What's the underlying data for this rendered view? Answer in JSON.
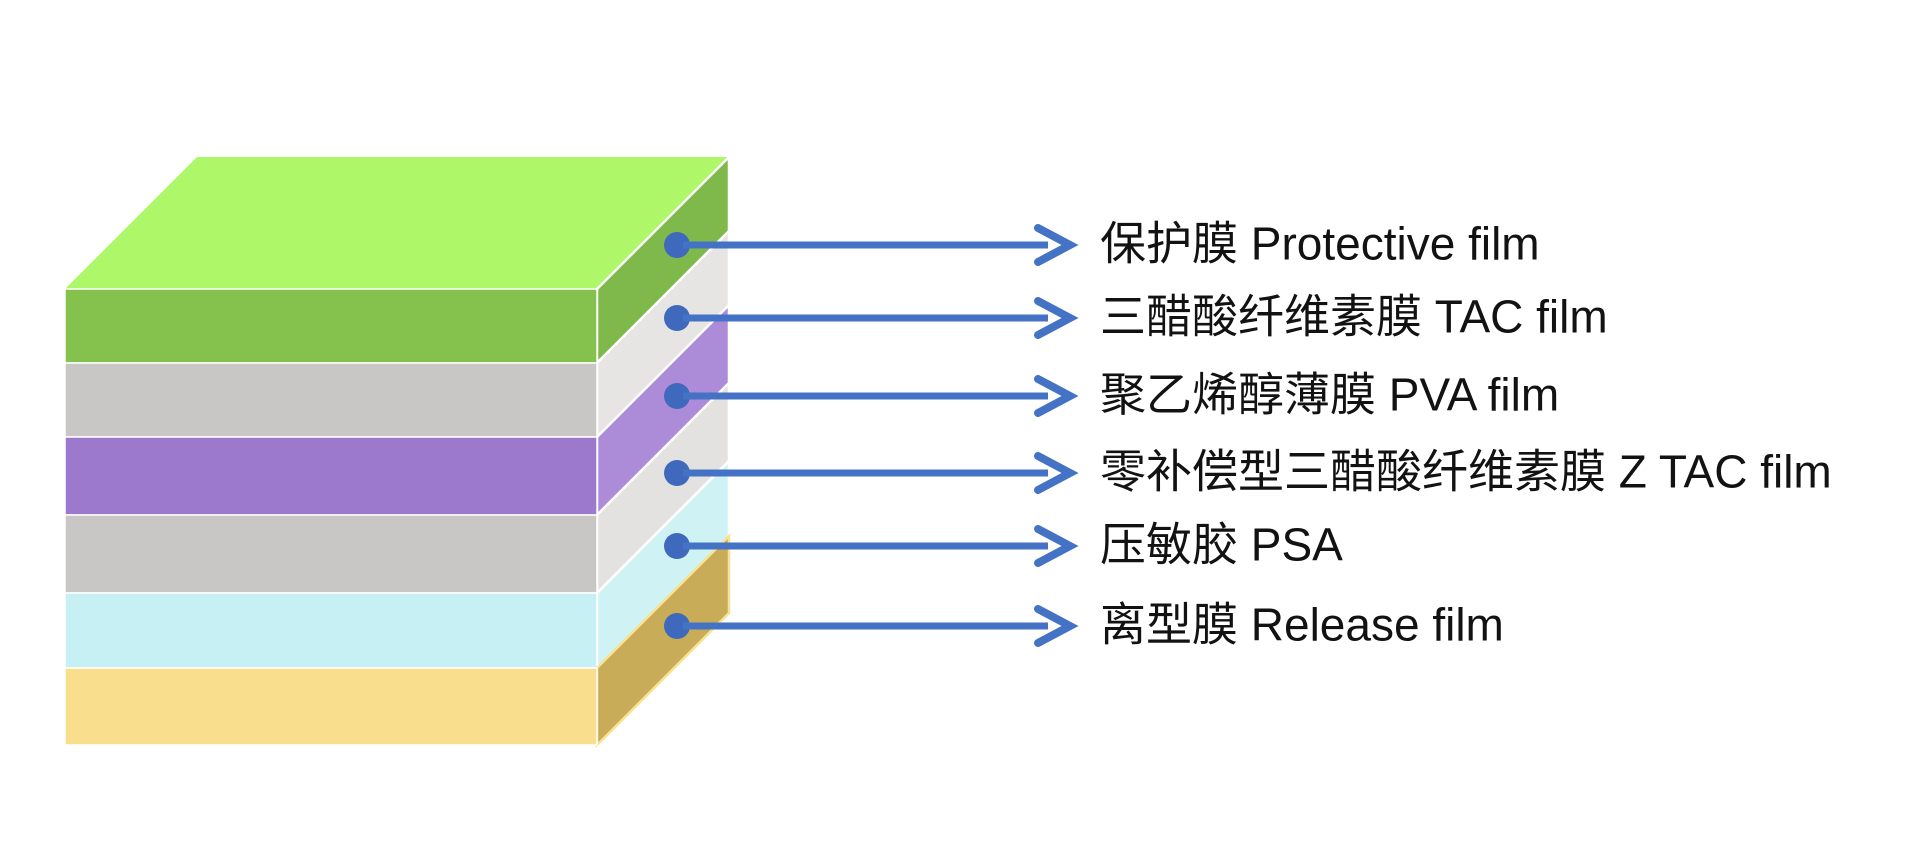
{
  "diagram": {
    "title": "",
    "background": "#FFFFFF",
    "text_color": "#121212",
    "arrow_color": "#4472C4",
    "dot_color": "#3E69BD",
    "layers": [
      {
        "id": "protective-film",
        "label": "保护膜 Protective film",
        "label_cn": "保护膜",
        "label_en": "Protective film",
        "top_color": "#ADF768",
        "front_color": "#85C24D",
        "side_color": "#7FB94B",
        "side_edge_color": "#FFFFFF"
      },
      {
        "id": "tac-film",
        "label": "三醋酸纤维素膜 TAC film",
        "label_cn": "三醋酸纤维素膜",
        "label_en": "TAC film",
        "front_color": "#C8C7C6",
        "side_color": "#E6E5E3",
        "side_edge_color": "#FFFFFF"
      },
      {
        "id": "pva-film",
        "label": "聚乙烯醇薄膜 PVA film",
        "label_cn": "聚乙烯醇薄膜",
        "label_en": "PVA film",
        "front_color": "#9C79CD",
        "side_color": "#AC8CD9",
        "side_edge_color": "#FFFFFF"
      },
      {
        "id": "z-tac-film",
        "label": "零补偿型三醋酸纤维素膜 Z TAC film",
        "label_cn": "零补偿型三醋酸纤维素膜",
        "label_en": "Z TAC film",
        "front_color": "#C8C7C6",
        "side_color": "#E4E2E0",
        "side_edge_color": "#FFFFFF"
      },
      {
        "id": "psa",
        "label": "压敏胶 PSA",
        "label_cn": "压敏胶",
        "label_en": "PSA",
        "front_color": "#C7F0F4",
        "side_color": "#CFF2F5",
        "side_edge_color": "#FFFFFF"
      },
      {
        "id": "release-film",
        "label": "离型膜 Release film",
        "label_cn": "离型膜",
        "label_en": "Release film",
        "front_color": "#F8DE8D",
        "side_color": "#C8AC58",
        "side_edge_color": "#F7E193"
      }
    ]
  }
}
